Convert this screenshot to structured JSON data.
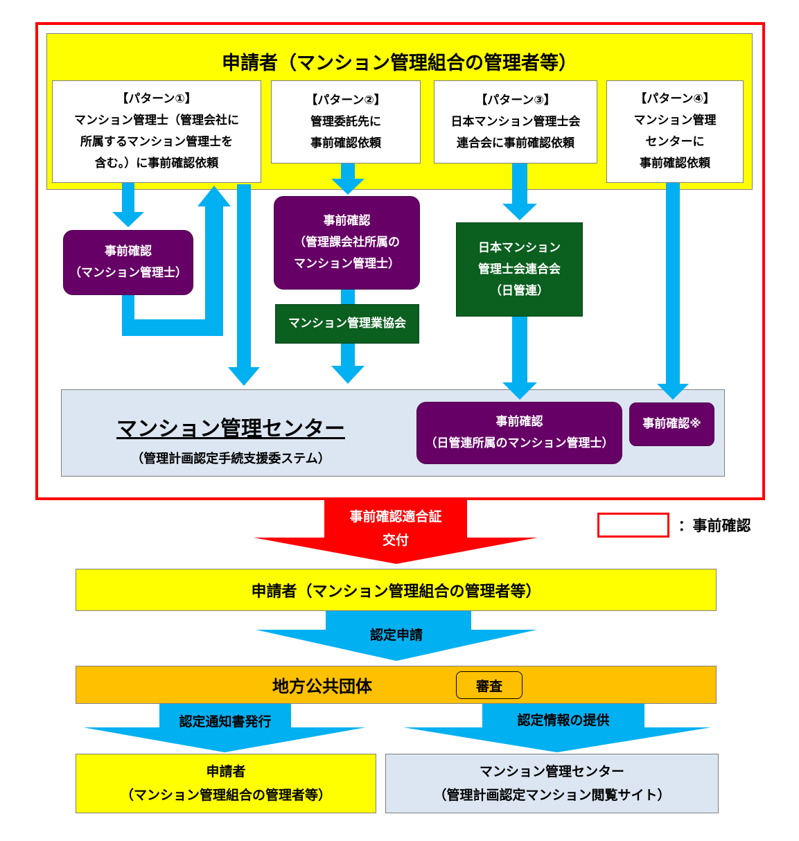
{
  "section_top": {
    "applicant_title": "申請者（マンション管理組合の管理者等）",
    "patterns": [
      {
        "lines": [
          "【パターン①】",
          "マンション管理士（管理会社に",
          "所属するマンション管理士を",
          "含む。）に事前確認依頼"
        ]
      },
      {
        "lines": [
          "【パターン②】",
          "管理委託先に",
          "事前確認依頼"
        ]
      },
      {
        "lines": [
          "【パターン③】",
          "日本マンション管理士会",
          "連合会に事前確認依頼"
        ]
      },
      {
        "lines": [
          "【パターン④】",
          "マンション管理",
          "センターに",
          "事前確認依頼"
        ]
      }
    ],
    "pre_check_consultant": [
      "事前確認",
      "（マンション管理士）"
    ],
    "pre_check_company": [
      "事前確認",
      "（管理課会社所属の",
      "マンション管理士）"
    ],
    "industry_association": "マンション管理業協会",
    "federation": [
      "日本マンション",
      "管理士会連合会",
      "（日管連）"
    ],
    "center_title": "マンション管理センター",
    "center_subtitle": "（管理計画認定手続支援委ステム）",
    "pre_check_federation": [
      "事前確認",
      "（日管連所属のマンション管理士）"
    ],
    "pre_check_center": "事前確認※"
  },
  "issue_arrow": [
    "事前確認適合証",
    "交付"
  ],
  "legend": {
    "label": "：事前確認",
    "border_color": "#ff0000"
  },
  "applicant_bottom": "申請者（マンション管理組合の管理者等）",
  "certification_application": "認定申請",
  "local_government": "地方公共団体",
  "review": "審査",
  "notice_issue": "認定通知書発行",
  "info_provision": "認定情報の提供",
  "final_applicant": [
    "申請者",
    "（マンション管理組合の管理者等）"
  ],
  "final_center": [
    "マンション管理センター",
    "（管理計画認定マンション閲覧サイト）"
  ],
  "colors": {
    "yellow": "#ffff00",
    "purple": "#660066",
    "green": "#0b5f1f",
    "arrow_blue": "#00b0f0",
    "arrow_red": "#ff0000",
    "light_blue": "#dce6f2",
    "orange": "#ffc000",
    "frame_red": "#ff0000"
  }
}
